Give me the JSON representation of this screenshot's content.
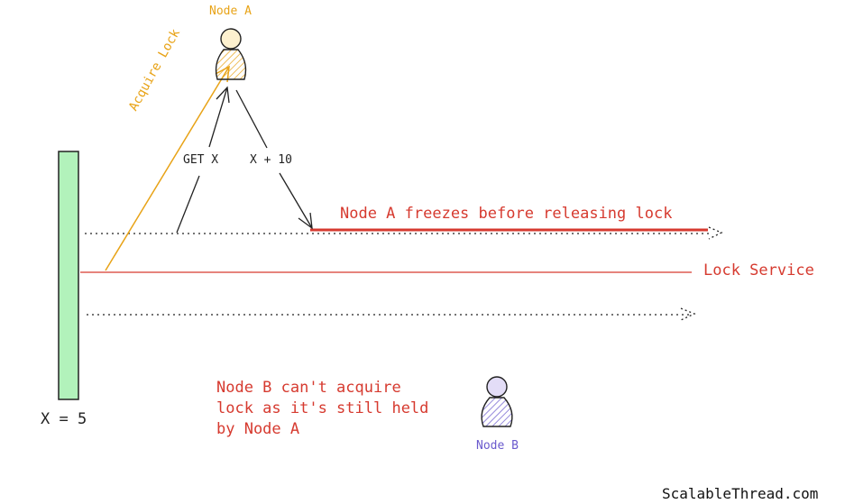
{
  "labels": {
    "node_a": "Node A",
    "node_b": "Node B",
    "acquire_lock": "Acquire Lock",
    "get_x": "GET X",
    "x_plus_10": "X + 10",
    "freeze_note": "Node A freezes before releasing lock",
    "lock_service": "Lock Service",
    "x_value": "X = 5",
    "node_b_message": "Node B can't acquire\nlock as it's still held\nby Node A",
    "brand": "ScalableThread.com"
  },
  "colors": {
    "node_a": "#e8a317",
    "node_b": "#6a5acd",
    "alert": "#d63a2f",
    "storage_fill": "#b2f2bb",
    "ink": "#222222"
  },
  "icons": {
    "node_a_icon": "person-icon",
    "node_b_icon": "person-icon"
  }
}
